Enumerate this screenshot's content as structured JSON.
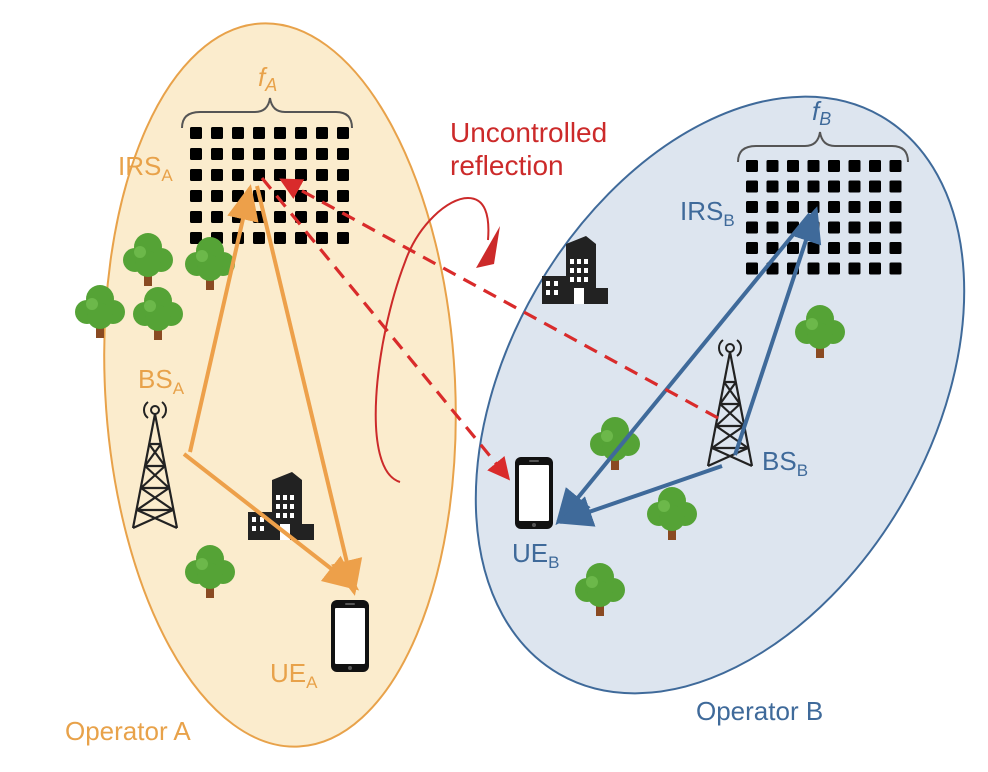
{
  "operator_a": {
    "name": "Operator A",
    "freq_base": "f",
    "freq_sub": "A",
    "irs_base": "IRS",
    "irs_sub": "A",
    "bs_base": "BS",
    "bs_sub": "A",
    "ue_base": "UE",
    "ue_sub": "A"
  },
  "operator_b": {
    "name": "Operator B",
    "freq_base": "f",
    "freq_sub": "B",
    "irs_base": "IRS",
    "irs_sub": "B",
    "bs_base": "BS",
    "bs_sub": "B",
    "ue_base": "UE",
    "ue_sub": "B"
  },
  "annotation": {
    "line1": "Uncontrolled",
    "line2": "reflection"
  },
  "colors": {
    "operator_a_fill": "#fbeccd",
    "operator_a_stroke": "#e8a24a",
    "operator_b_fill": "#dde5ef",
    "operator_b_stroke": "#3f6a9a",
    "interference": "#d92b2b",
    "tree_crown": "#55a336",
    "tree_trunk": "#8a4a22"
  },
  "icons": {
    "irs": "irs-element-grid-icon",
    "base_station": "cell-tower-icon",
    "user_equipment": "smartphone-icon",
    "building": "building-icon",
    "tree": "tree-icon"
  }
}
